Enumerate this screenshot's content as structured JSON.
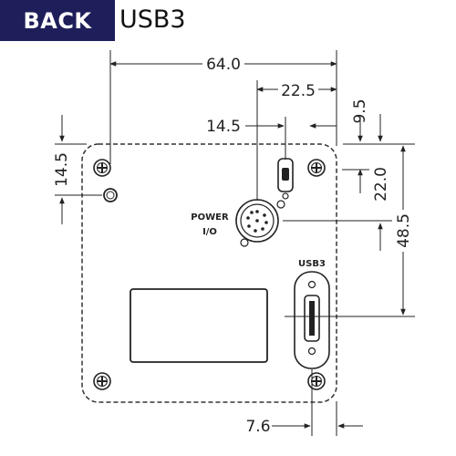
{
  "header": {
    "badge_label": "BACK",
    "title": "USB3",
    "badge_color": "#1e1e5a"
  },
  "dimensions": {
    "overall_width": "64.0",
    "usb_port_offset": "22.5",
    "power_connector_offset": "14.5",
    "top_offset": "9.5",
    "hole_offset": "14.5",
    "power_height": "22.0",
    "usb_height": "48.5",
    "bottom_offset": "7.6"
  },
  "labels": {
    "power_line1": "POWER",
    "power_line2": "I/O",
    "usb_label": "USB3"
  },
  "icons": [
    "screw-icon",
    "connector-icon",
    "usb-port-icon",
    "led-icon"
  ]
}
